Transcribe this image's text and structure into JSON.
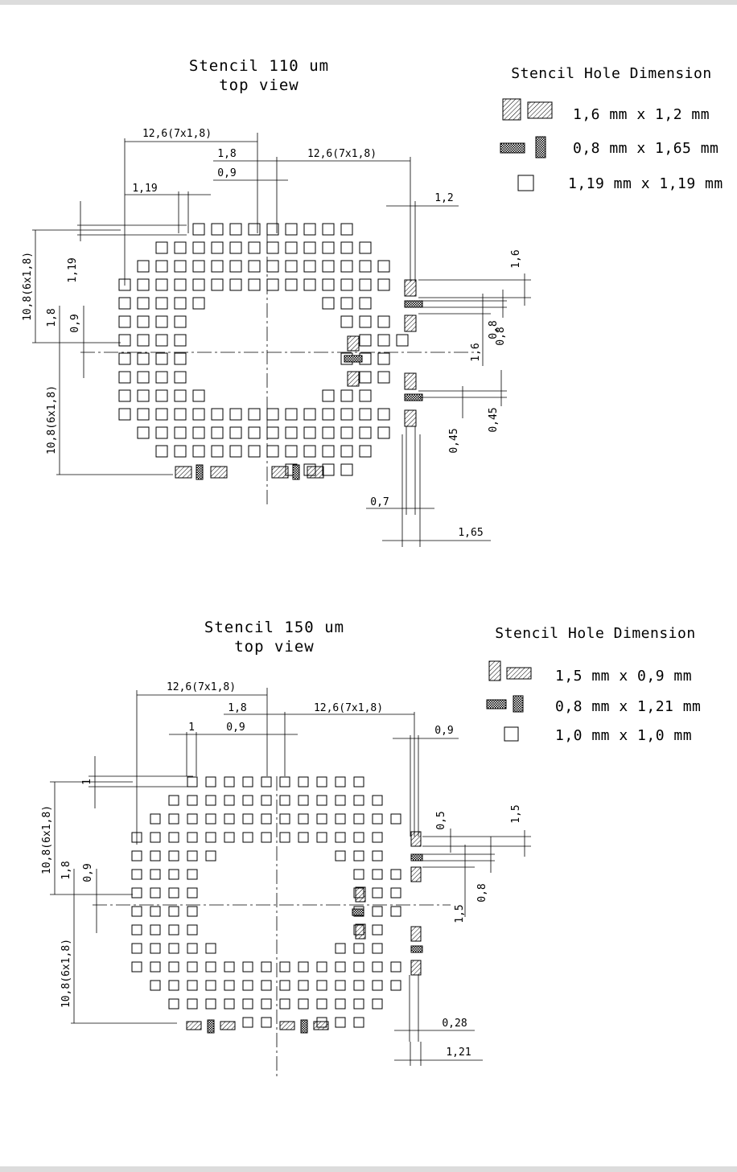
{
  "stencil_110": {
    "title_line1": "Stencil 110 um",
    "title_line2": "top view",
    "legend": {
      "title": "Stencil Hole Dimension",
      "items": [
        {
          "label": "1,6 mm x 1,2 mm",
          "symbol": "hatched"
        },
        {
          "label": "0,8 mm x 1,65 mm",
          "symbol": "crosshatched"
        },
        {
          "label": "1,19 mm x 1,19 mm",
          "symbol": "square"
        }
      ]
    },
    "dims": {
      "top_span_left": "12,6(7x1,8)",
      "pitch": "1,8",
      "top_span_right": "12,6(7x1,8)",
      "half_pitch": "0,9",
      "hole_size": "1,19",
      "rect_w": "1,2",
      "left_span_upper": "10,8(6x1,8)",
      "left_pitch": "1,8",
      "left_half": "0,9",
      "left_hole": "1,19",
      "left_span_lower": "10,8(6x1,8)",
      "right_1_6_top": "1,6",
      "right_1_6_mid": "1,6",
      "right_0_8_a": "0,8",
      "right_0_8_b": "0,8",
      "right_0_45_a": "0,45",
      "right_0_45_b": "0,45",
      "bottom_0_7": "0,7",
      "bottom_1_65": "1,65"
    }
  },
  "stencil_150": {
    "title_line1": "Stencil 150 um",
    "title_line2": "top view",
    "legend": {
      "title": "Stencil Hole Dimension",
      "items": [
        {
          "label": "1,5 mm x 0,9 mm",
          "symbol": "hatched"
        },
        {
          "label": "0,8 mm x 1,21 mm",
          "symbol": "crosshatched"
        },
        {
          "label": "1,0 mm x 1,0 mm",
          "symbol": "square"
        }
      ]
    },
    "dims": {
      "top_span_left": "12,6(7x1,8)",
      "pitch": "1,8",
      "top_span_right": "12,6(7x1,8)",
      "half_pitch": "0,9",
      "hole_size": "1",
      "rect_w": "0,9",
      "left_hole": "1",
      "left_span_upper": "10,8(6x1,8)",
      "left_pitch": "1,8",
      "left_half": "0,9",
      "left_span_lower": "10,8(6x1,8)",
      "right_0_5": "0,5",
      "right_1_5_top": "1,5",
      "right_1_5_mid": "1,5",
      "right_0_8": "0,8",
      "bottom_0_28": "0,28",
      "bottom_1_21": "1,21"
    }
  }
}
